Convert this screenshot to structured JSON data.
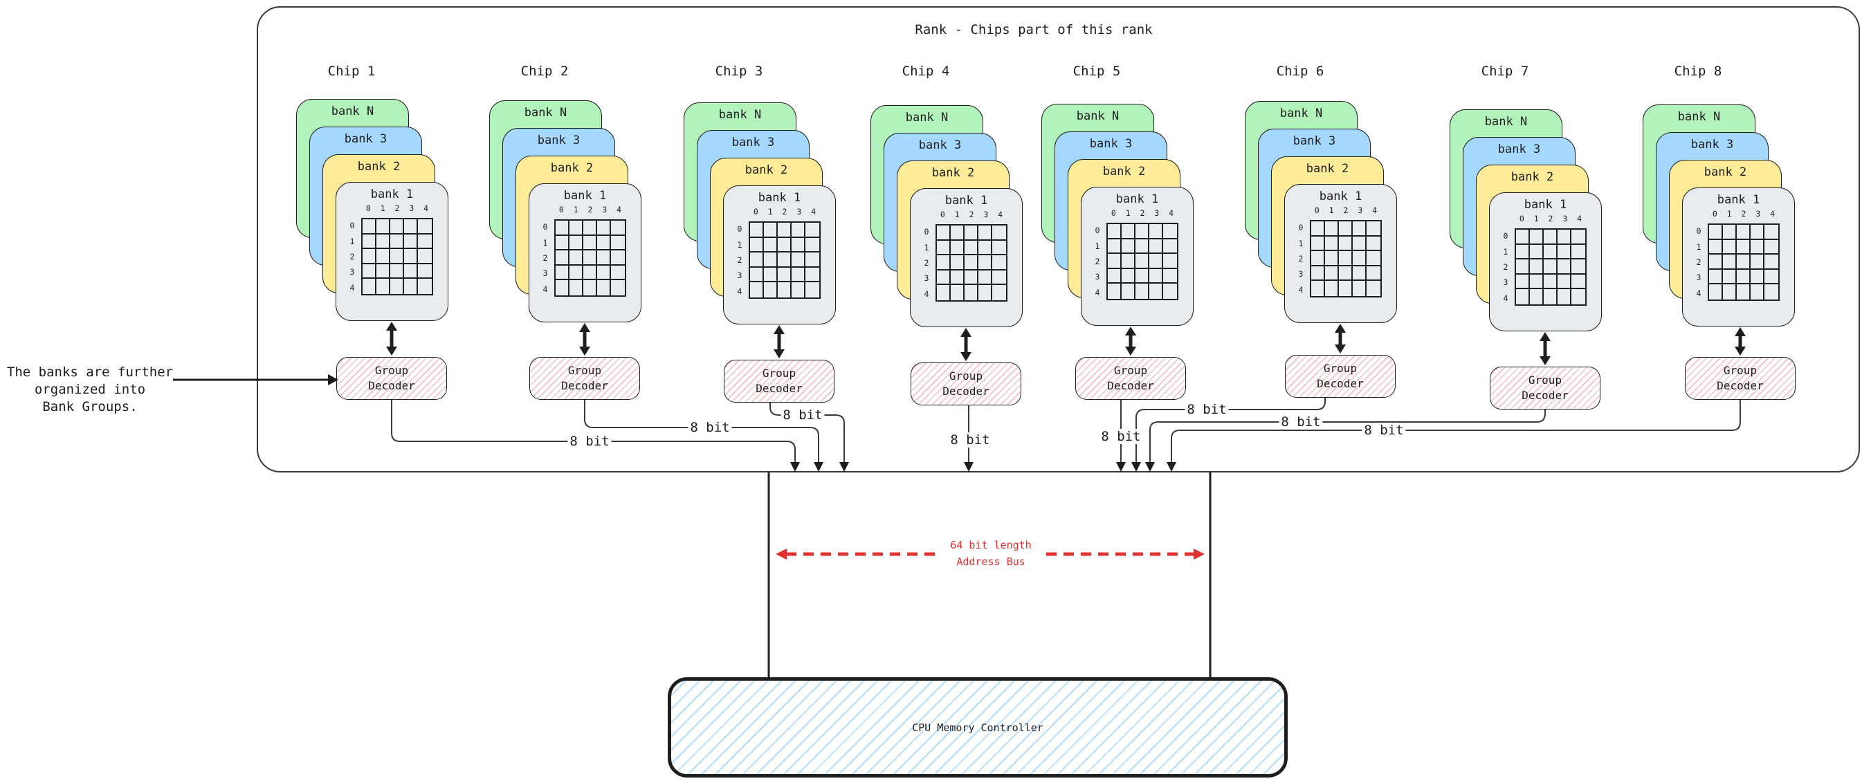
{
  "rank": {
    "title": "Rank - Chips part of this rank"
  },
  "annotation": {
    "lines": [
      "The banks are further",
      "organized into",
      "Bank Groups."
    ]
  },
  "chips": [
    {
      "label": "Chip 1",
      "banks": [
        "bank N",
        "bank 3",
        "bank 2",
        "bank 1"
      ],
      "decoder": [
        "Group",
        "Decoder"
      ],
      "bus_label": "8 bit"
    },
    {
      "label": "Chip 2",
      "banks": [
        "bank N",
        "bank 3",
        "bank 2",
        "bank 1"
      ],
      "decoder": [
        "Group",
        "Decoder"
      ],
      "bus_label": "8 bit"
    },
    {
      "label": "Chip 3",
      "banks": [
        "bank N",
        "bank 3",
        "bank 2",
        "bank 1"
      ],
      "decoder": [
        "Group",
        "Decoder"
      ],
      "bus_label": "8 bit"
    },
    {
      "label": "Chip 4",
      "banks": [
        "bank N",
        "bank 3",
        "bank 2",
        "bank 1"
      ],
      "decoder": [
        "Group",
        "Decoder"
      ],
      "bus_label": "8 bit"
    },
    {
      "label": "Chip 5",
      "banks": [
        "bank N",
        "bank 3",
        "bank 2",
        "bank 1"
      ],
      "decoder": [
        "Group",
        "Decoder"
      ],
      "bus_label": "8 bit"
    },
    {
      "label": "Chip 6",
      "banks": [
        "bank N",
        "bank 3",
        "bank 2",
        "bank 1"
      ],
      "decoder": [
        "Group",
        "Decoder"
      ],
      "bus_label": "8 bit"
    },
    {
      "label": "Chip 7",
      "banks": [
        "bank N",
        "bank 3",
        "bank 2",
        "bank 1"
      ],
      "decoder": [
        "Group",
        "Decoder"
      ],
      "bus_label": "8 bit"
    },
    {
      "label": "Chip 8",
      "banks": [
        "bank N",
        "bank 3",
        "bank 2",
        "bank 1"
      ],
      "decoder": [
        "Group",
        "Decoder"
      ],
      "bus_label": "8 bit"
    }
  ],
  "grid": {
    "col_labels": [
      "0",
      "1",
      "2",
      "3",
      "4"
    ],
    "row_labels": [
      "0",
      "1",
      "2",
      "3",
      "4"
    ]
  },
  "address_bus": {
    "label_lines": [
      "64 bit length",
      "Address Bus"
    ],
    "color": "#e03131"
  },
  "cpu": {
    "label": "CPU Memory Controller"
  },
  "colors": {
    "bank_n_green": "#b2f2bb",
    "bank_3_blue": "#a5d8ff",
    "bank_2_yellow": "#ffec99",
    "bank_1_gray": "#e9ecef",
    "decoder_hatch_red": "#e03131",
    "cpu_hatch_blue": "#74c0fc",
    "line": "#343a40",
    "text": "#1e1e1e",
    "address_bus_red": "#e03131"
  }
}
